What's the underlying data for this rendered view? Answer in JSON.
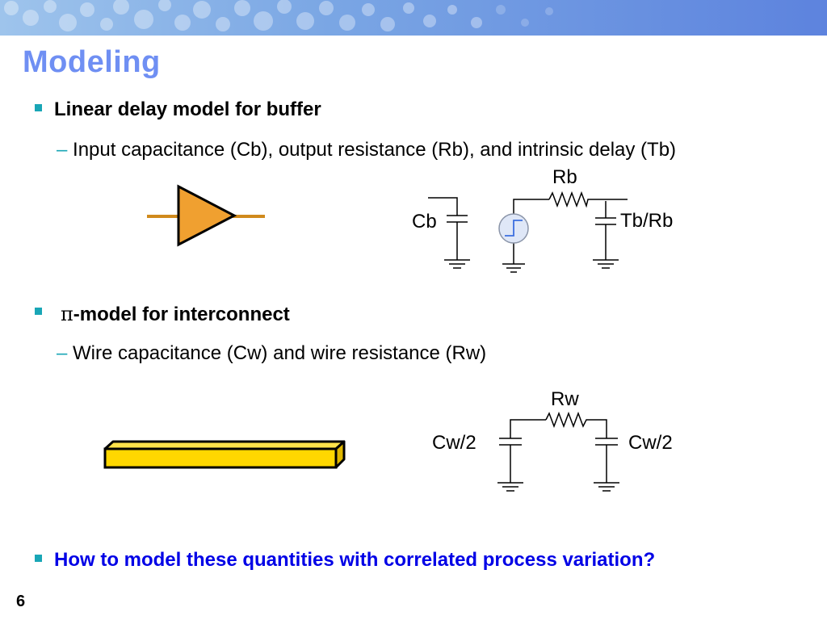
{
  "slide": {
    "title": "Modeling",
    "page_number": "6"
  },
  "bullets": {
    "buffer": {
      "heading": "Linear delay model for buffer",
      "sub": "Input capacitance (Cb), output resistance (Rb), and intrinsic delay (Tb)"
    },
    "interconnect": {
      "pi_symbol": "π",
      "heading_rest": "-model for interconnect",
      "sub": "Wire capacitance (Cw) and wire resistance (Rw)"
    },
    "question": "How to model these quantities with correlated process variation?"
  },
  "sub_dash": "–",
  "buffer_circuit": {
    "rb_label": "Rb",
    "cb_label": "Cb",
    "tbrb_label": "Tb/Rb"
  },
  "wire_circuit": {
    "rw_label": "Rw",
    "left_cap_label": "Cw/2",
    "right_cap_label": "Cw/2"
  },
  "colors": {
    "title": "#6f8ff3",
    "bullet": "#19a6b6",
    "question": "#0000e6",
    "buffer_fill": "#f0a030",
    "buffer_lead": "#d08a1c",
    "wire_fill": "#ffd700",
    "source_fill": "#dfe7f7",
    "source_wave": "#3c6fe0"
  }
}
